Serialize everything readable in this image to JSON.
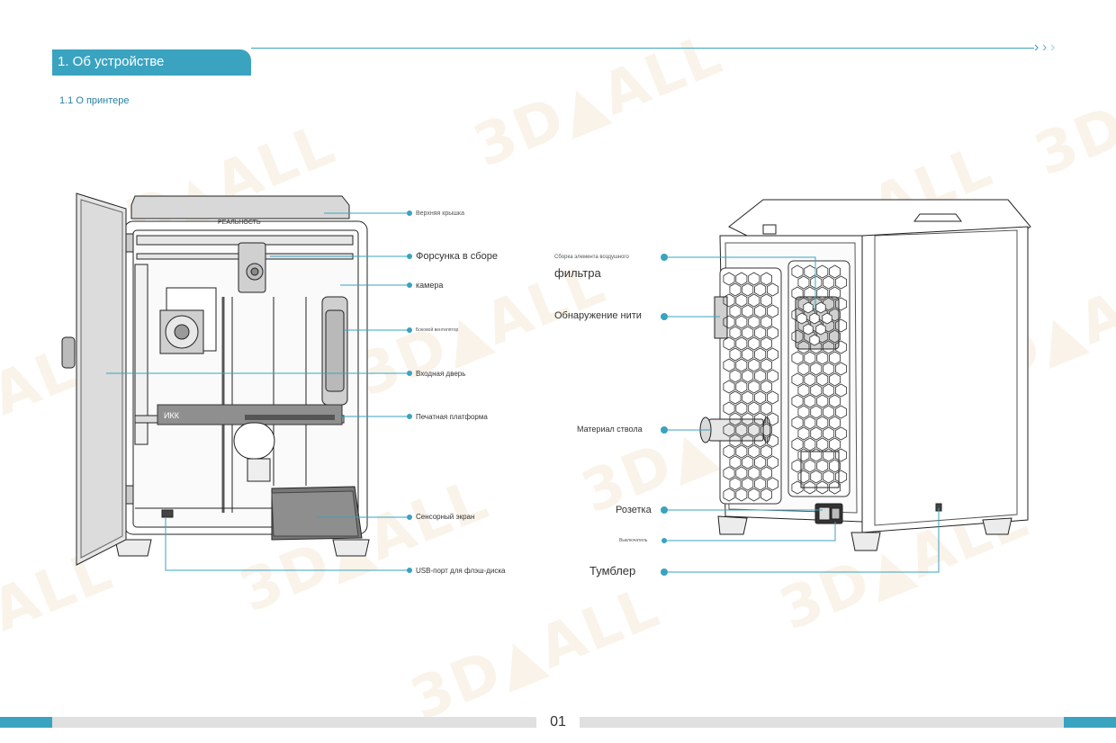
{
  "header": {
    "section_title": "1. Об устройстве",
    "subsection_title": "1.1 О принтере"
  },
  "front_view": {
    "top_lid": "Верхняя крышка",
    "lid_text": "РЕАЛЬНОСТЬ",
    "nozzle_assembly": "Форсунка в сборе",
    "camera": "камера",
    "side_fan": "Боковой вентилятор",
    "entrance_door": "Входная дверь",
    "print_platform": "Печатная платформа",
    "platform_text": "ИКК",
    "touch_screen": "Сенсорный экран",
    "usb_port": "USB-порт для флэш-диска"
  },
  "rear_view": {
    "air_filter_line1": "Сборка элемента воздушного",
    "air_filter_line2": "фильтра",
    "filament_detection": "Обнаружение нити",
    "spool_holder": "Материал ствола",
    "socket": "Розетка",
    "switch_small": "Выключатель",
    "toggle": "Тумблер"
  },
  "footer": {
    "page_number": "01"
  },
  "colors": {
    "accent": "#3aa3c0",
    "accent_dark": "#2b7fa3",
    "footer_gray": "#e0e0e0",
    "watermark": "#f6ead9"
  }
}
